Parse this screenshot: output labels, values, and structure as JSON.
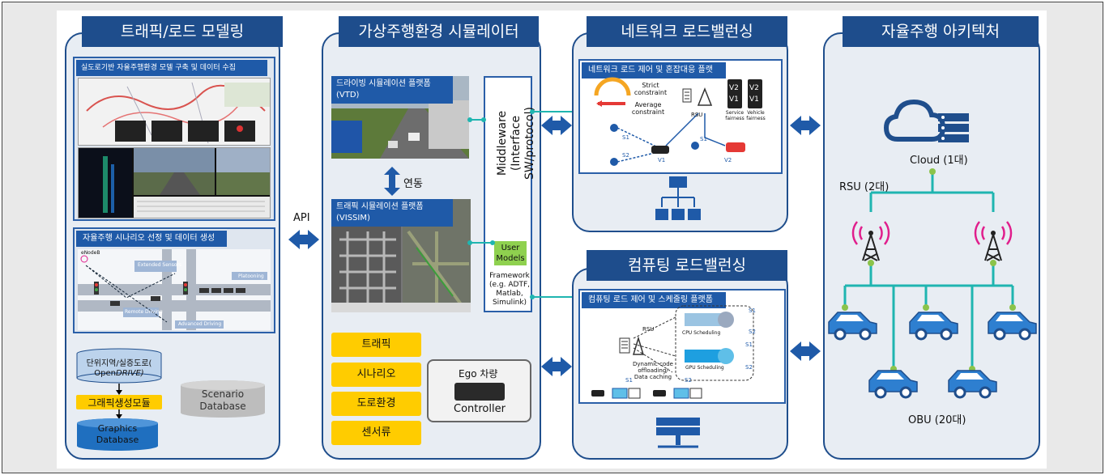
{
  "panels": {
    "traffic_modeling": {
      "title": "트래픽/로드 모델링",
      "real_road": "실도로기반 자율주행환경  모델 구축 및 데이터 수집",
      "scenario": "자율주행 시나리오 선정 및 데이터 생성",
      "scene_labels": {
        "enodeb": "eNodeB",
        "extended_sensors": "Extended Sensors",
        "platooning": "Platooning",
        "remote_driving": "Remote Driving",
        "advanced_driving": "Advanced Driving"
      },
      "flow": {
        "input_line1": "단위지역/실증도로(",
        "input_line2a": "Open",
        "input_line2b": "DRIVE)",
        "generator": "그래픽생성모듈",
        "graphics_db": "Graphics Database",
        "scenario_db": "Scenario Database"
      }
    },
    "simulator": {
      "title": "가상주행환경 시뮬레이터",
      "vtd": "드라이빙 시뮬레이션 플랫폼 (VTD)",
      "link": "연동",
      "vissim": "트래픽 시뮬레이션 플랫폼 (VISSIM)",
      "middleware": "Middleware (Interface SW/protocol)",
      "user_models": "User Models",
      "framework": "Framework (e.g. ADTF, Matlab, Simulink)",
      "buttons": [
        "트래픽",
        "시나리오",
        "도로환경",
        "센서류"
      ],
      "ego": "Ego 차량",
      "controller": "Controller"
    },
    "network_lb": {
      "title": "네트워크 로드밸런싱",
      "sub": "네트워크 로드 제어 및 혼잡대응 플랫폼",
      "strict": "Strict constraint",
      "average": "Average constraint",
      "rsu": "RSU",
      "service_fairness": "Service fairness",
      "vehicle_fairness": "Vehicle fairness",
      "s1": "S1",
      "s2": "S2",
      "v1": "V1",
      "v2": "V2"
    },
    "computing_lb": {
      "title": "컴퓨팅 로드밸런싱",
      "sub": "컴퓨팅 로드 제어 및 스케줄링 플랫폼",
      "rsu": "RSU",
      "cpu": "CPU Scheduling",
      "gpu": "GPU Scheduling",
      "dynamic": "Dynamic code offloading/ Data caching",
      "s1": "S1",
      "s2": "S2"
    },
    "architecture": {
      "title": "자율주행 아키텍처",
      "cloud": "Cloud (1대)",
      "rsu": "RSU (2대)",
      "obu": "OBU (20대)"
    }
  },
  "api_label": "API",
  "colors": {
    "title_bg": "#1e4d8c",
    "panel_bg": "#e8edf3",
    "accent_yellow": "#ffcc00",
    "teal_line": "#1fb5b0",
    "car_blue": "#2e7fd0",
    "antenna_pink": "#e01e8c"
  }
}
